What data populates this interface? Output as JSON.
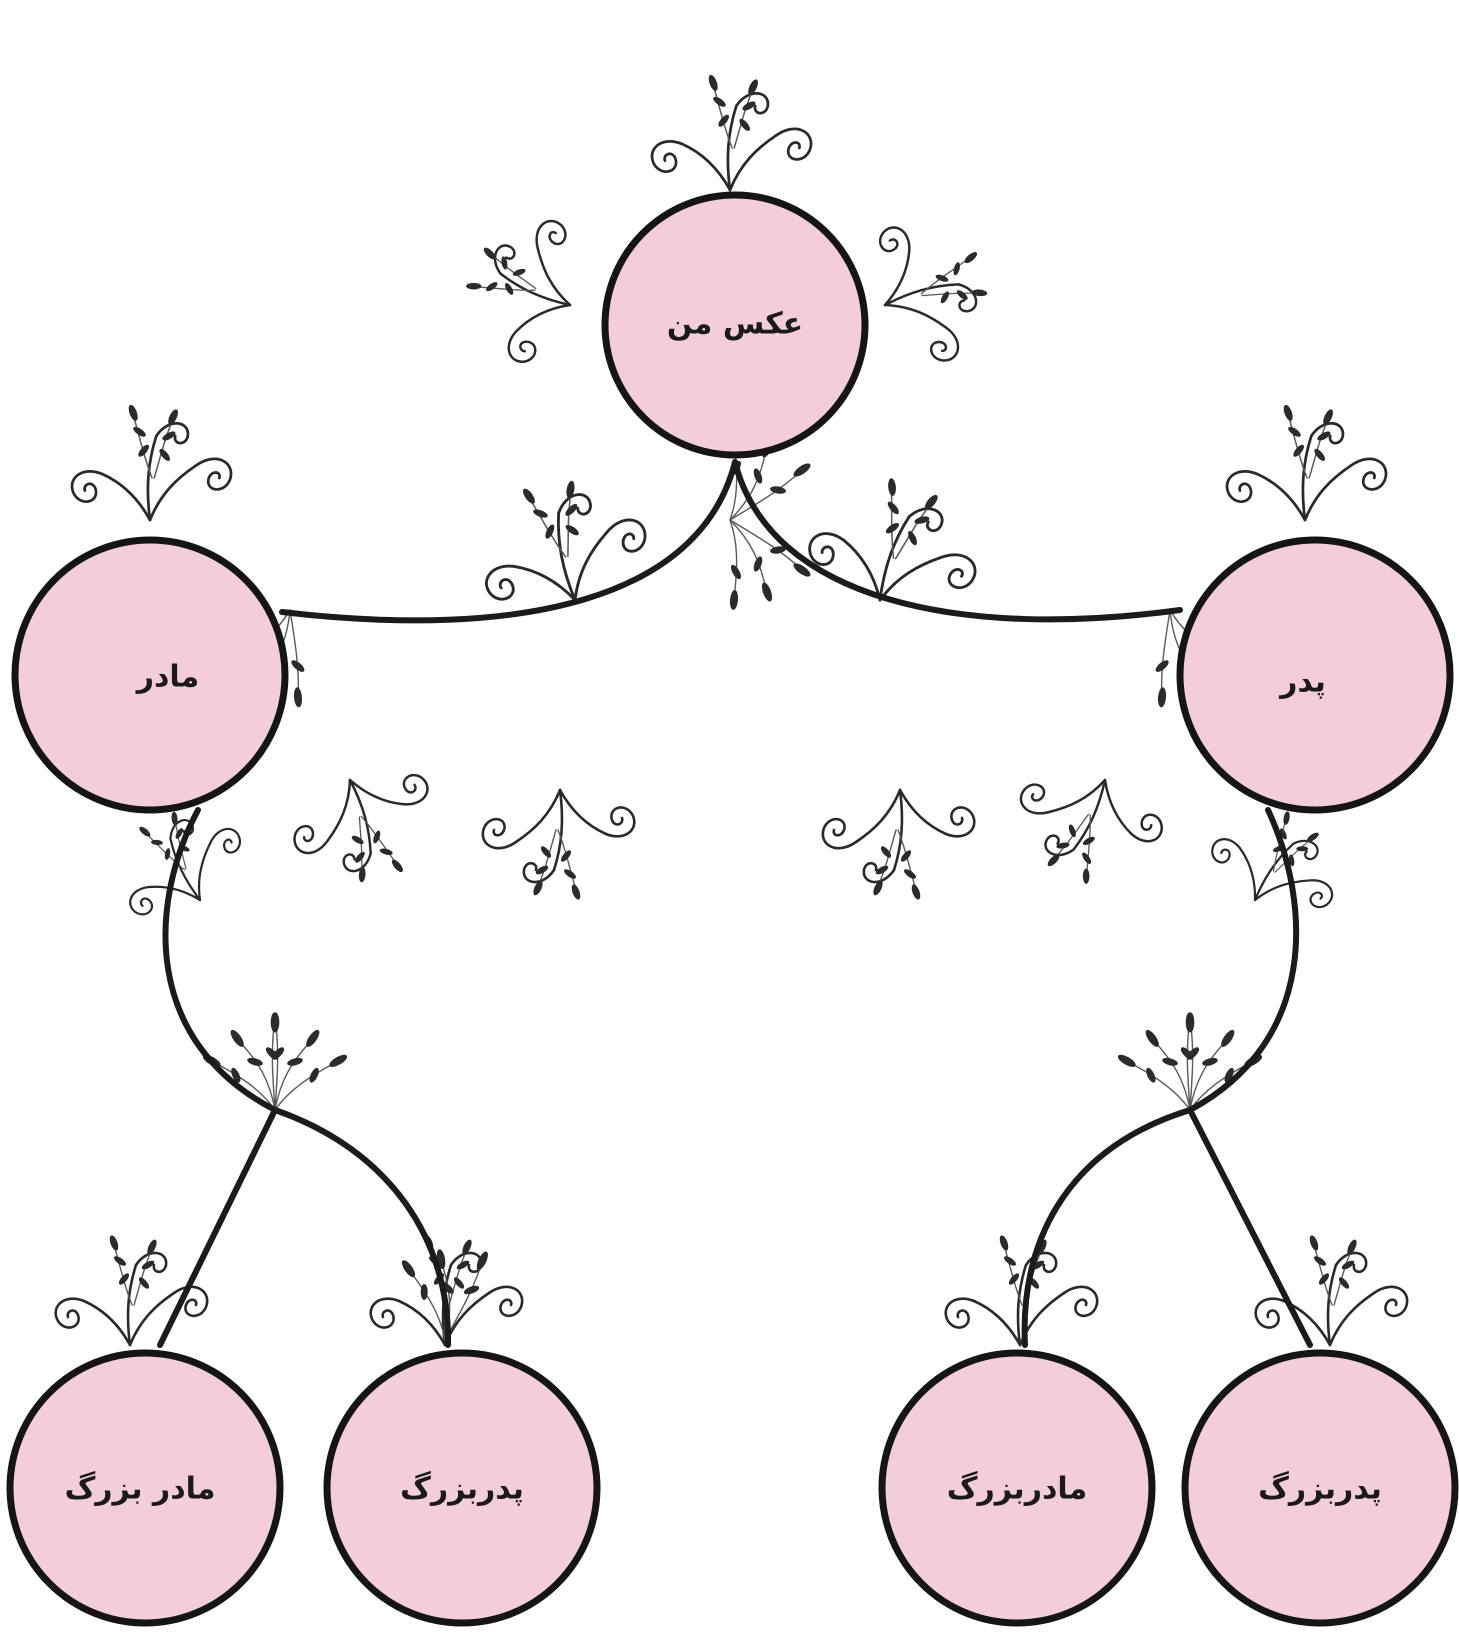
{
  "diagram": {
    "node_fill_color": "#f4cddd",
    "node_stroke_color": "#151515",
    "nodes": [
      {
        "id": "me",
        "label": "عکس من"
      },
      {
        "id": "mother",
        "label": "مادر"
      },
      {
        "id": "father",
        "label": "پدر"
      },
      {
        "id": "maternal-grandmother",
        "label": "مادر بزرگ"
      },
      {
        "id": "maternal-grandfather",
        "label": "پدربزرگ"
      },
      {
        "id": "paternal-grandmother",
        "label": "مادربزرگ"
      },
      {
        "id": "paternal-grandfather",
        "label": "پدربزرگ"
      }
    ],
    "links": [
      {
        "from": "me",
        "to": "mother"
      },
      {
        "from": "me",
        "to": "father"
      },
      {
        "from": "mother",
        "to": "maternal-grandmother"
      },
      {
        "from": "mother",
        "to": "maternal-grandfather"
      },
      {
        "from": "father",
        "to": "paternal-grandmother"
      },
      {
        "from": "father",
        "to": "paternal-grandfather"
      }
    ],
    "decoration": "floral-vine-flourish"
  }
}
